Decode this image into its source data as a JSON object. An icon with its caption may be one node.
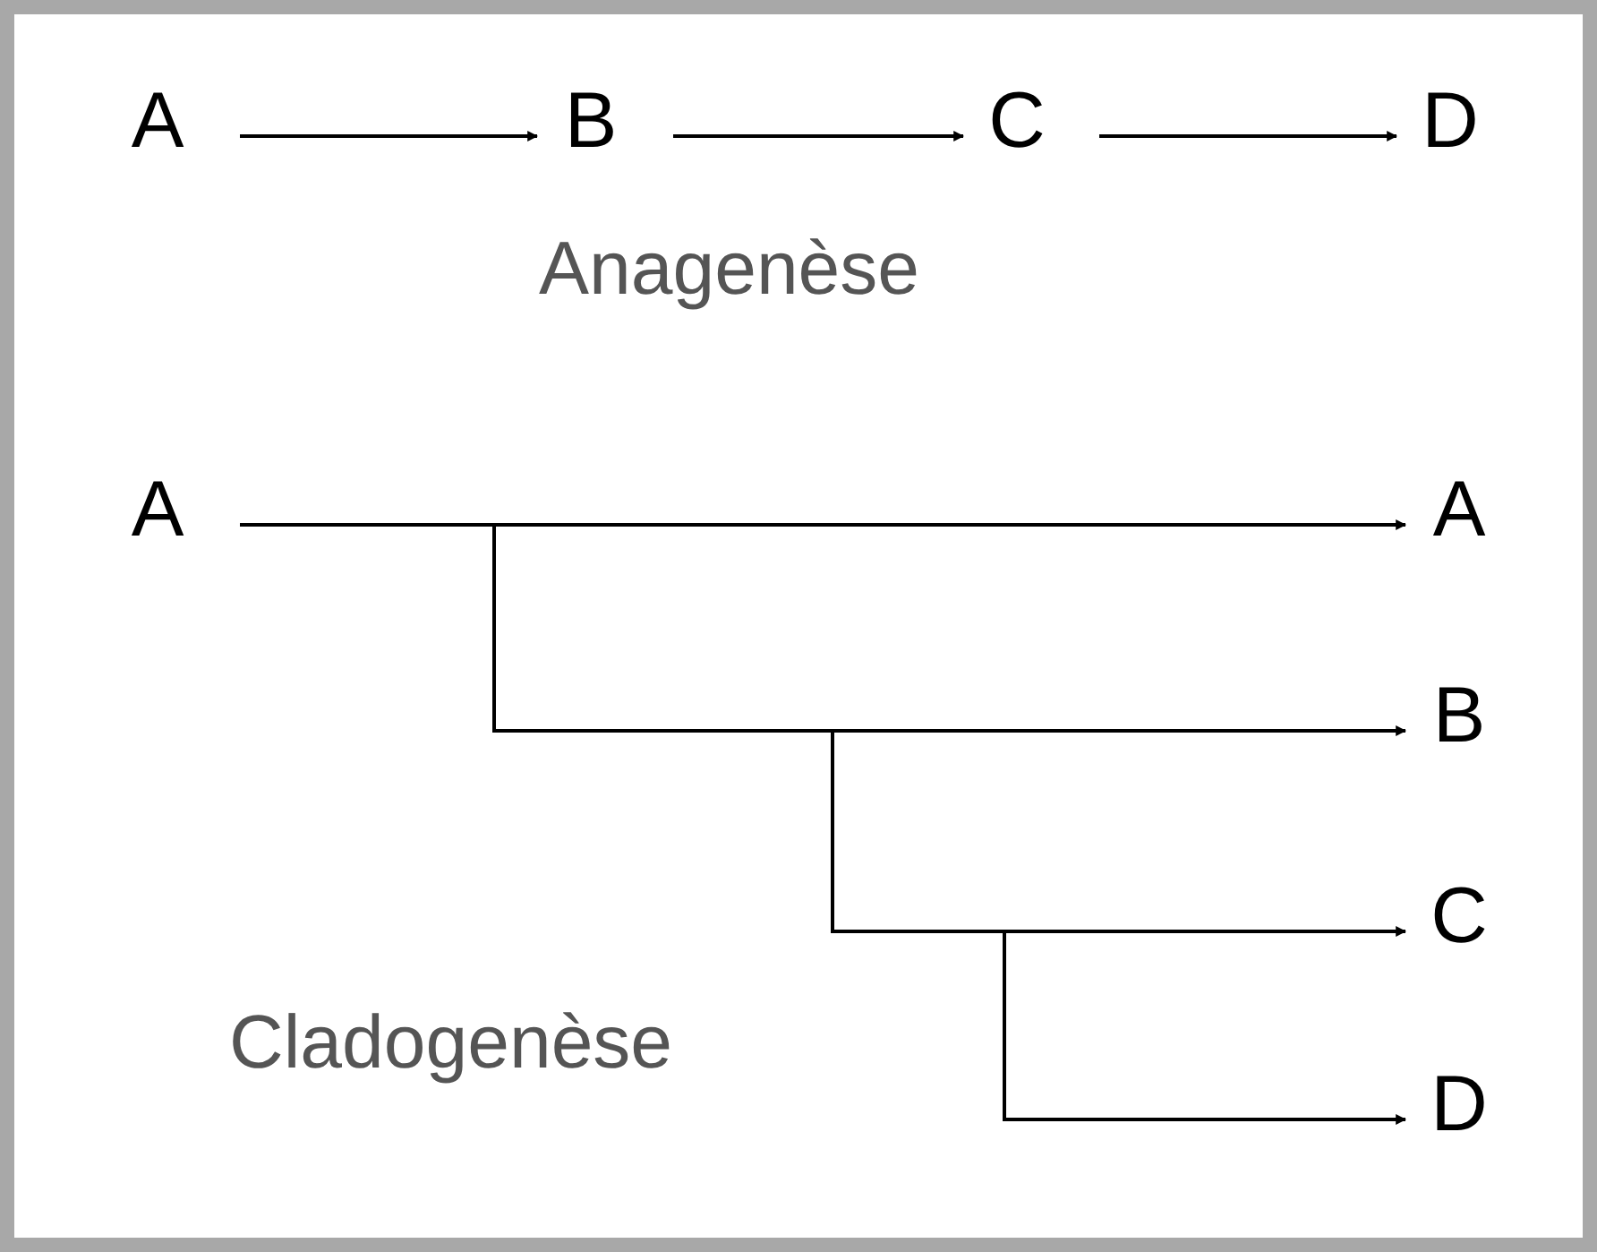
{
  "diagram": {
    "nodes": [
      {
        "text": [
          "A"
        ]
      },
      {
        "text": [
          "B"
        ]
      },
      {
        "text": [
          "C"
        ]
      },
      {
        "text": [
          "D"
        ]
      },
      {
        "text": [
          "A"
        ]
      },
      {
        "text": [
          "A"
        ]
      },
      {
        "text": [
          "B"
        ]
      },
      {
        "text": [
          "C"
        ]
      },
      {
        "text": [
          "D"
        ]
      }
    ],
    "edges": [
      {
        "from": 0,
        "to": 1,
        "arrow": "to"
      },
      {
        "from": 1,
        "to": 2,
        "arrow": "to"
      },
      {
        "from": 2,
        "to": 3,
        "arrow": "to"
      },
      {
        "from": 4,
        "to": 5,
        "arrow": "to"
      },
      {
        "from": 4,
        "to": 6,
        "arrow": "to"
      },
      {
        "from": 4,
        "to": 7,
        "arrow": "to"
      },
      {
        "from": 4,
        "to": 8,
        "arrow": "to"
      }
    ],
    "labels": [
      "Anagenèse",
      "Cladogenèse"
    ]
  }
}
